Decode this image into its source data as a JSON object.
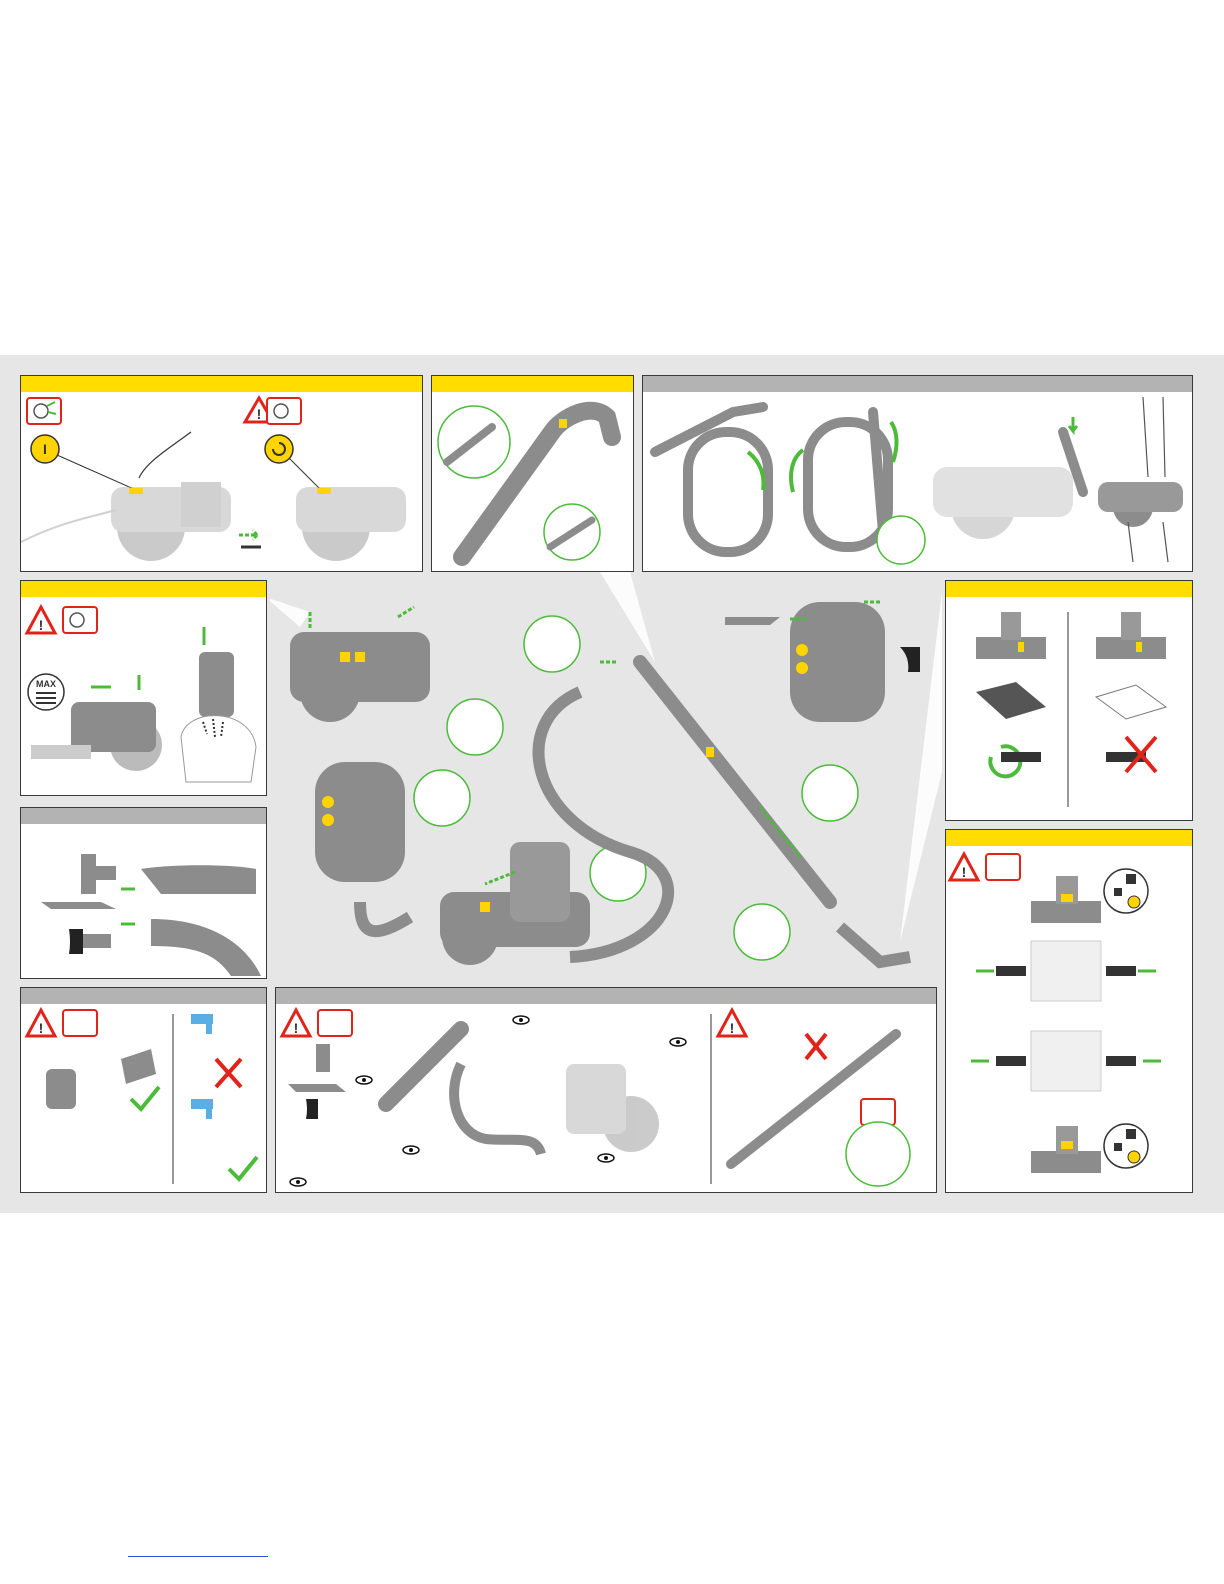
{
  "document": {
    "colors": {
      "background": "#e6e6e6",
      "header_yellow": "#ffdd00",
      "header_grey": "#b3b3b3",
      "panel_border": "#3a3a3a",
      "body_grey": "#8c8c8c",
      "accent_yellow": "#ffd400",
      "arrow_green": "#4cbb3a",
      "warning_red": "#e2231a",
      "water_blue": "#5aaee6"
    },
    "panels": [
      {
        "id": "power",
        "icons": [
          "unplug-icon",
          "power-on-icon",
          "warning-icon",
          "cord-rewind-icon"
        ]
      },
      {
        "id": "wand-release",
        "icons": [
          "wand-icon"
        ]
      },
      {
        "id": "storage",
        "icons": [
          "hose-storage-icon"
        ]
      },
      {
        "id": "bin-empty",
        "icons": [
          "warning-icon",
          "unplug-icon",
          "max-level-icon"
        ]
      },
      {
        "id": "tools",
        "icons": [
          "combination-tool-icon",
          "crevice-tool-icon",
          "brush-tool-icon"
        ]
      },
      {
        "id": "floor-settings",
        "icons": [
          "carpet-icon",
          "hard-floor-icon",
          "brush-rotate-icon",
          "brush-stop-icon"
        ]
      },
      {
        "id": "wash-filter",
        "icons": [
          "warning-icon",
          "unplug-icon",
          "tap-icon",
          "check-icon",
          "cross-icon"
        ]
      },
      {
        "id": "blockages",
        "icons": [
          "warning-icon",
          "unplug-icon",
          "eye-icon"
        ]
      },
      {
        "id": "cord-check",
        "icons": [
          "warning-icon",
          "cross-icon",
          "unplug-icon"
        ]
      },
      {
        "id": "brush-bar",
        "icons": [
          "warning-icon",
          "unplug-icon",
          "lock-icon",
          "unlock-icon",
          "coin-icon"
        ]
      }
    ],
    "labels": {
      "max": "MAX",
      "power_symbol": "I"
    }
  }
}
